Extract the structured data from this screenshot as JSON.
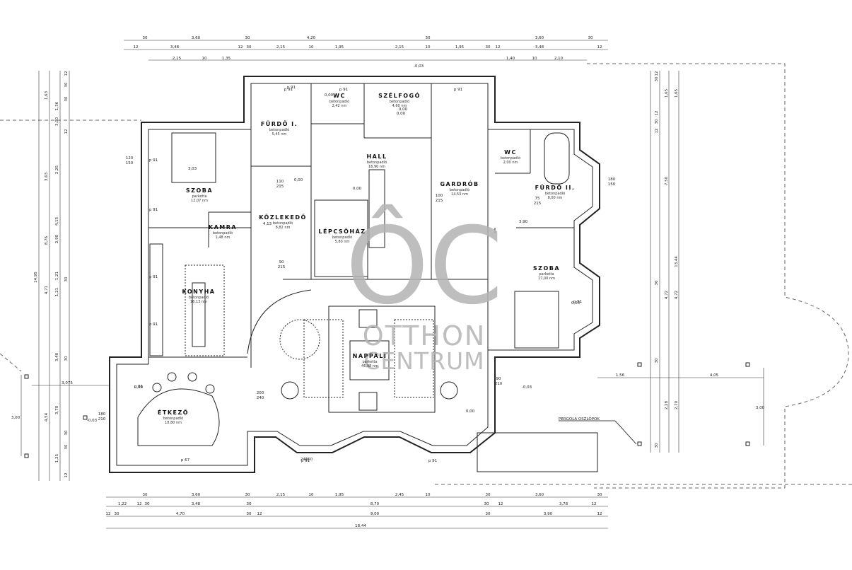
{
  "rooms": [
    {
      "name": "SZOBA",
      "floor": "parketta",
      "area": "12,07 nm"
    },
    {
      "name": "KAMRA",
      "floor": "betonpadló",
      "area": "1,48 nm"
    },
    {
      "name": "KONYHA",
      "floor": "betonpadló",
      "area": "16,13 nm"
    },
    {
      "name": "ÉTKEZŐ",
      "floor": "betonpadló",
      "area": "18,80 nm"
    },
    {
      "name": "FÜRDŐ I.",
      "floor": "betonpadló",
      "area": "5,45 nm"
    },
    {
      "name": "WC",
      "floor": "betonpadló",
      "area": "2,42 nm"
    },
    {
      "name": "SZÉLFOGÓ",
      "floor": "betonpadló",
      "area": "4,60 nm"
    },
    {
      "name": "HALL",
      "floor": "betonpadló",
      "area": "16,90 nm"
    },
    {
      "name": "KÖZLEKEDŐ",
      "floor": "betonpadló",
      "area": "8,82 nm"
    },
    {
      "name": "LÉPCSŐHÁZ",
      "floor": "betonpadló",
      "area": "5,80 nm"
    },
    {
      "name": "NAPPALI",
      "floor": "parketta",
      "area": "46,98 nm"
    },
    {
      "name": "GARDRÓB",
      "floor": "betonpadló",
      "area": "14,53 nm"
    },
    {
      "name": "WC",
      "floor": "betonpadló",
      "area": "2,00 nm"
    },
    {
      "name": "FÜRDŐ II.",
      "floor": "betonpadló",
      "area": "8,00 nm"
    },
    {
      "name": "SZOBA",
      "floor": "parketta",
      "area": "17,00 nm"
    }
  ],
  "annotations": {
    "pergola": "PERGOLA OSZLOPOK"
  },
  "watermark": {
    "logo": "ÔC",
    "line1": "OTTHON",
    "line2": "CENTRUM"
  },
  "dimensions": {
    "top1": [
      "30",
      "3,60",
      "30",
      "4,20",
      "30",
      "3,60",
      "30"
    ],
    "top2": [
      "12",
      "3,48",
      "12",
      "30",
      "2,15",
      "10",
      "1,95",
      "2,15",
      "10",
      "1,95",
      "30",
      "12",
      "3,48",
      "12"
    ],
    "top3": [
      "2,15",
      "10",
      "1,35",
      "1,40",
      "10",
      "2,10"
    ],
    "bottom1": [
      "30",
      "3,60",
      "30",
      "2,15",
      "10",
      "1,95",
      "2,45",
      "10",
      "30",
      "3,60",
      "30"
    ],
    "bottom2": [
      "1,22",
      "12",
      "30",
      "3,48",
      "30",
      "8,70",
      "30",
      "12",
      "3,78",
      "12"
    ],
    "bottom3": [
      "12",
      "30",
      "4,70",
      "30",
      "12",
      "9,00",
      "30",
      "3,90",
      "12"
    ],
    "bottom4": [
      "18,44"
    ],
    "left_outer": [
      "14,95"
    ],
    "left_mid": [
      "1,63",
      "3,63",
      "8,76",
      "4,71",
      "4,54"
    ],
    "left_inner": [
      "1,36",
      "3,00",
      "2,25",
      "4,15",
      "2,90",
      "1,21",
      "1,21",
      "3,40",
      "3,70",
      "1,25"
    ],
    "left_small": [
      "12",
      "30",
      "30",
      "12",
      "30",
      "30",
      "30",
      "30",
      "12"
    ],
    "right_outer": [
      "13,44"
    ],
    "right_mid": [
      "1,65",
      "7,50",
      "4,72",
      "2,28"
    ],
    "right_inner": [
      "1,65",
      "4,72",
      "2,70"
    ],
    "right_small": [
      "12",
      "30",
      "12",
      "30",
      "12",
      "30",
      "30",
      "30"
    ],
    "openings": [
      "110",
      "215",
      "90",
      "215",
      "100",
      "215",
      "120",
      "150",
      "180",
      "150",
      "200",
      "240",
      "180",
      "210",
      "240",
      "150",
      "90",
      "210",
      "75",
      "215"
    ],
    "mid": [
      "3,075",
      "1,56",
      "4,05",
      "3,00",
      "3,00",
      "3,03",
      "4,13",
      "3,90"
    ],
    "levels": [
      "0,00",
      "0,00",
      "-0,03",
      "0,00",
      "0,00",
      "-0,03",
      "-0,03",
      "0,00",
      "0,00",
      "0,00",
      "0,00"
    ],
    "parapets": [
      "p 91",
      "p 91",
      "p 91",
      "p 91",
      "p 91",
      "p 91",
      "p 91",
      "p 91",
      "p 67",
      "p 91",
      "p 91",
      "p 91",
      "p 91"
    ]
  }
}
